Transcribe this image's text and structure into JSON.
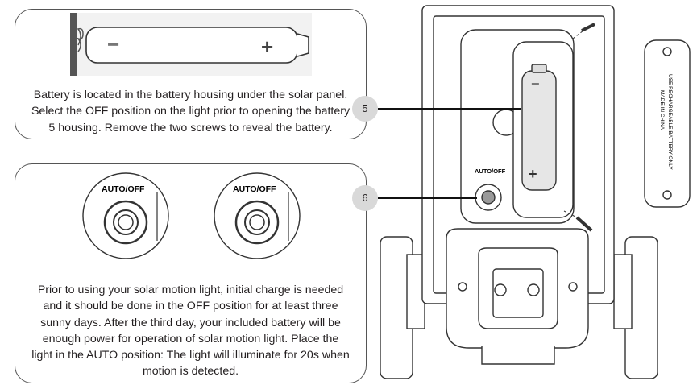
{
  "callouts": {
    "step5": "5",
    "step6": "6"
  },
  "step5": {
    "lines": [
      "Battery is located in the battery housing under the solar panel.",
      "Select the OFF position on the light prior to opening the battery",
      "5 housing. Remove the two screws to reveal the battery."
    ]
  },
  "step6": {
    "switch_label": "AUTO/OFF",
    "lines": [
      "Prior to using your solar motion light, initial charge is needed",
      "and it should be done in the OFF position for at least three",
      "sunny days. After the third day, your included battery will be",
      "enough power for operation of solar motion light. Place the",
      "light in the AUTO position: The light will illuminate for 20s when",
      "motion is detected."
    ]
  },
  "battery": {
    "minus": "−",
    "plus": "+"
  },
  "device": {
    "switch_label": "AUTO/OFF"
  },
  "cover": {
    "text_line1": "USE RECHARGEABLE BATTERY ONLY",
    "text_line2": "MADE IN CHINA"
  }
}
